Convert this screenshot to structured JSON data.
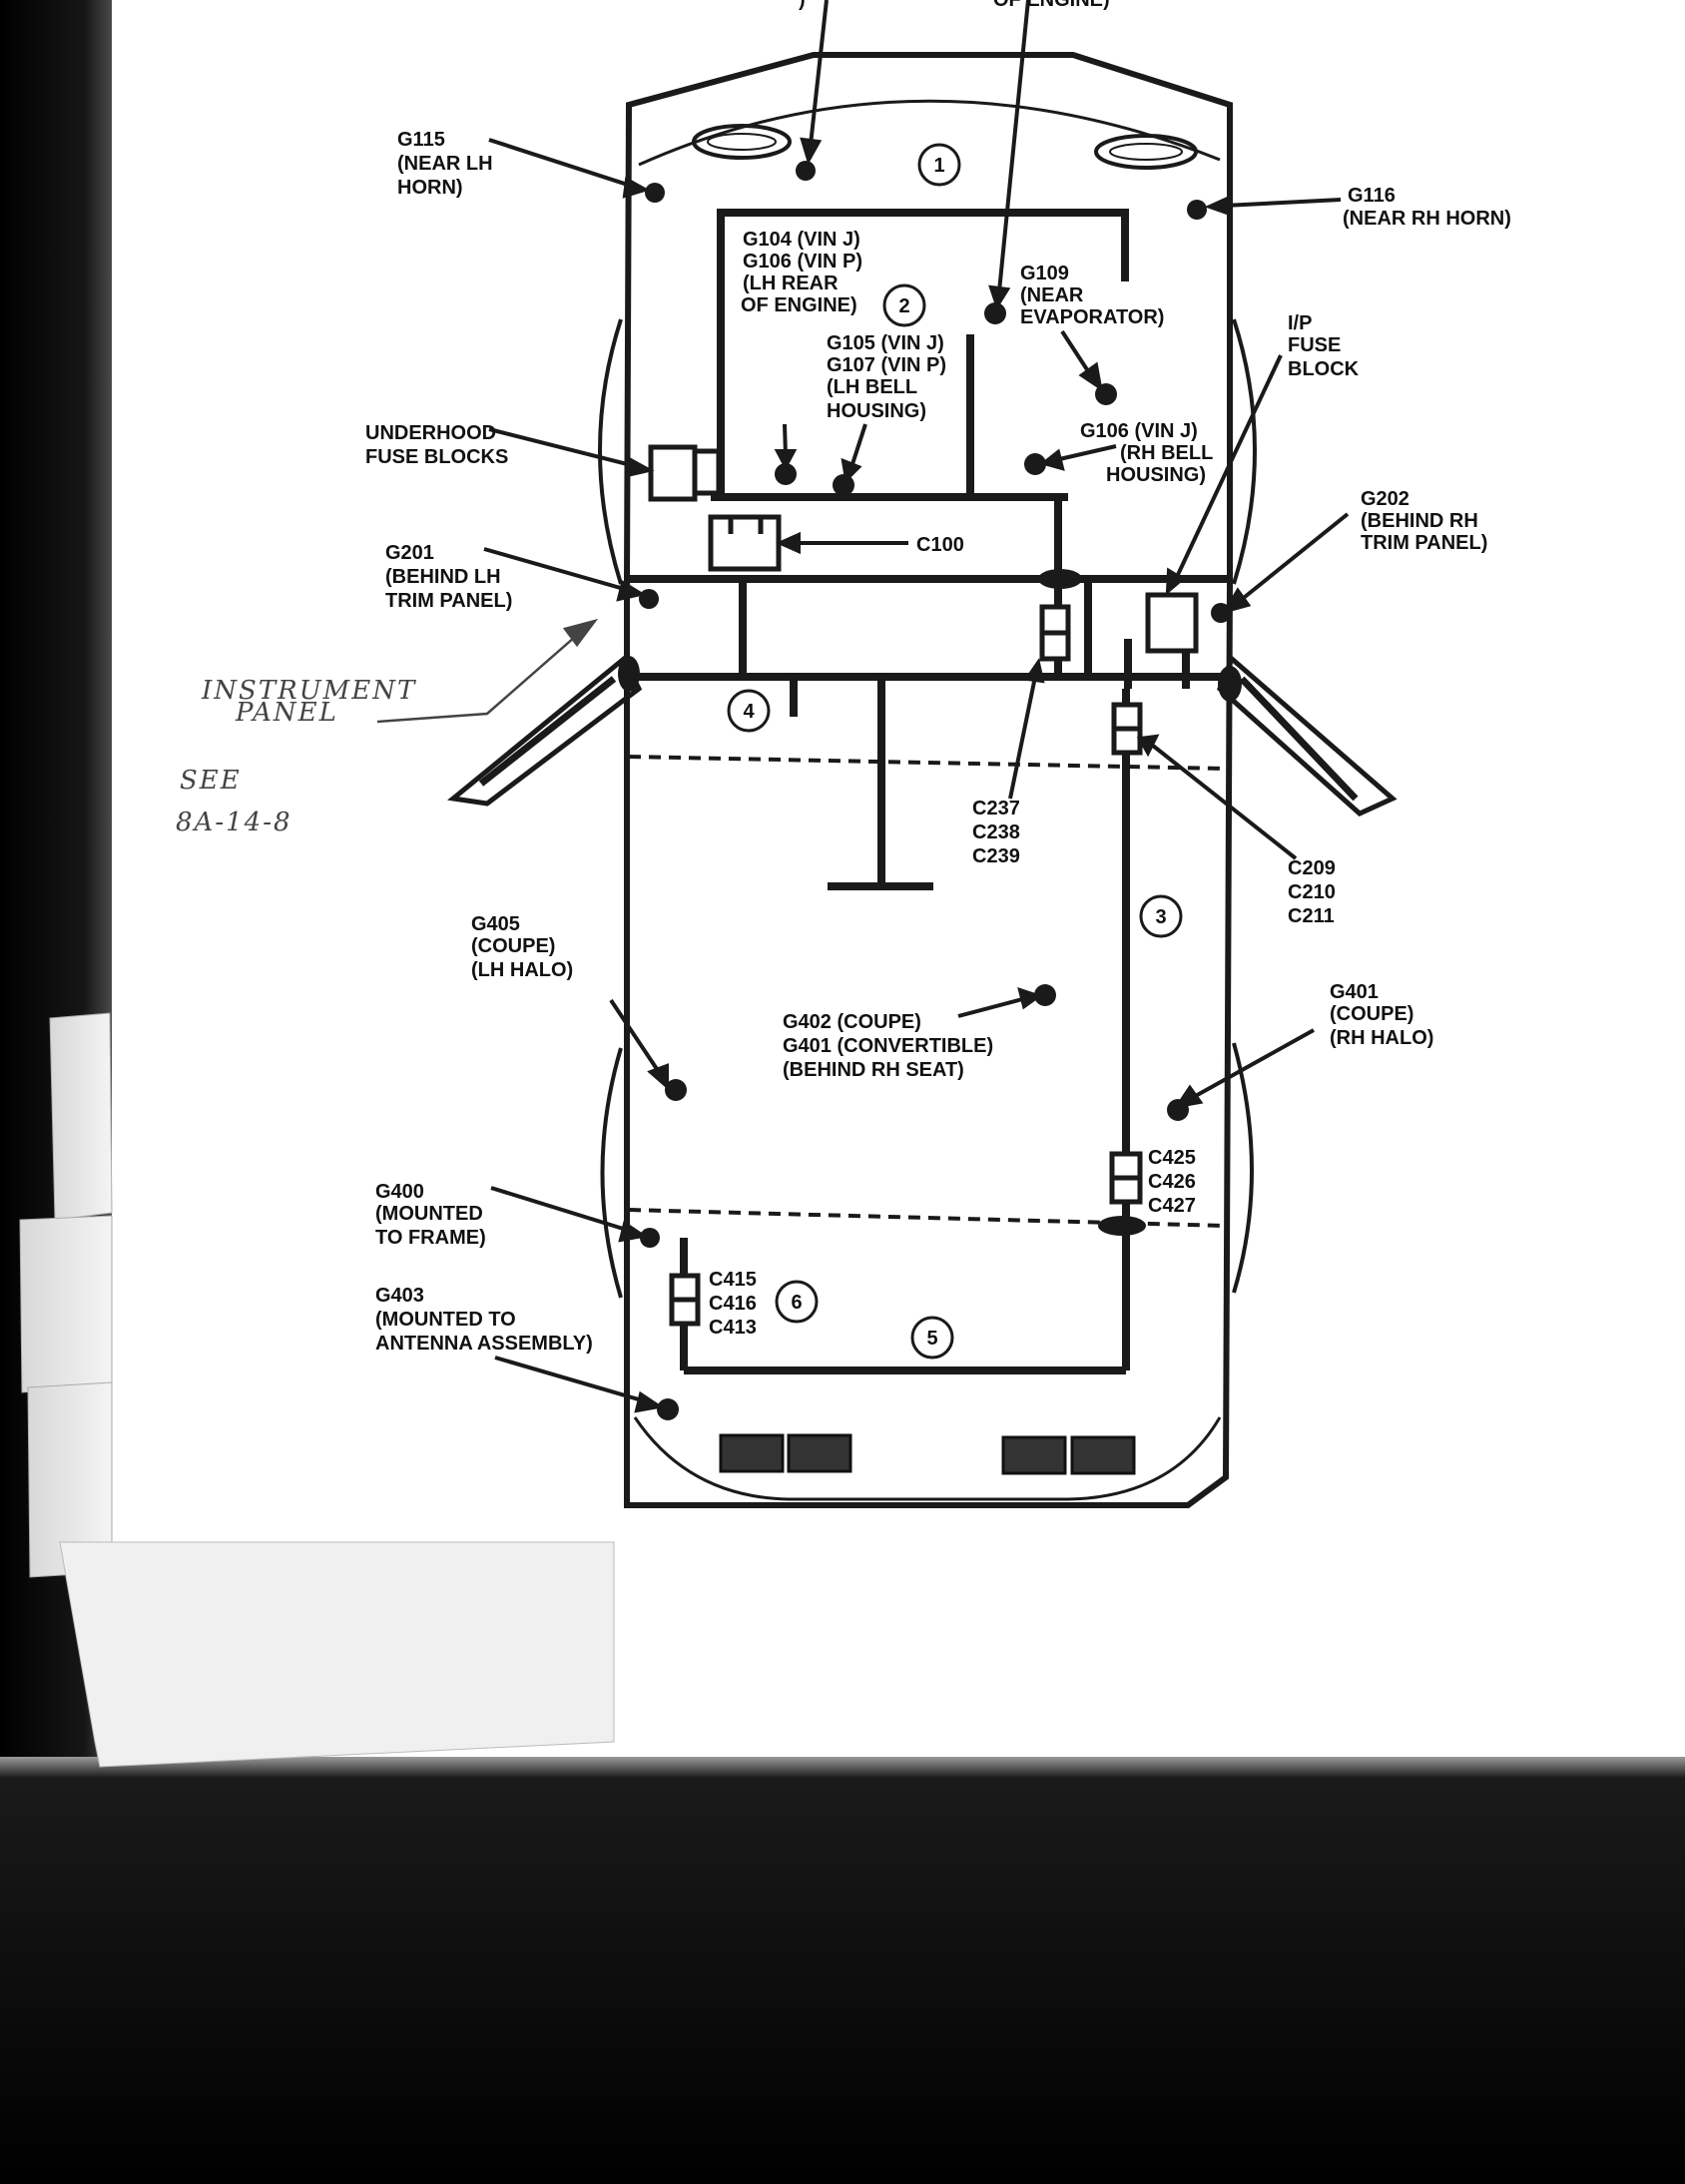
{
  "header_labels": {
    "top_left_fragment": ")",
    "top_right_fragment": "OF ENGINE)"
  },
  "circled_numbers": [
    "1",
    "2",
    "3",
    "4",
    "5",
    "6"
  ],
  "grounds": {
    "g115": [
      "G115",
      "(NEAR LH",
      "HORN)"
    ],
    "g116": [
      "G116",
      "(NEAR RH HORN)"
    ],
    "g104": [
      "G104  (VIN J)",
      "G106  (VIN P)",
      "(LH REAR",
      "OF ENGINE)"
    ],
    "g109": [
      "G109",
      "(NEAR",
      "EVAPORATOR)"
    ],
    "g105": [
      "G105  (VIN J)",
      "G107  (VIN P)",
      "(LH BELL",
      "HOUSING)"
    ],
    "g106rh": [
      "G106  (VIN J)",
      "(RH BELL",
      "HOUSING)"
    ],
    "g201": [
      "G201",
      "(BEHIND LH",
      "TRIM PANEL)"
    ],
    "g202": [
      "G202",
      "(BEHIND RH",
      "TRIM PANEL)"
    ],
    "g405": [
      "G405",
      "(COUPE)",
      "(LH HALO)"
    ],
    "g401": [
      "G401",
      "(COUPE)",
      "(RH HALO)"
    ],
    "g402": [
      "G402  (COUPE)",
      "G401  (CONVERTIBLE)",
      "(BEHIND RH SEAT)"
    ],
    "g400": [
      "G400",
      "(MOUNTED",
      "TO FRAME)"
    ],
    "g403": [
      "G403",
      "(MOUNTED TO",
      "ANTENNA ASSEMBLY)"
    ]
  },
  "components": {
    "underhood": [
      "UNDERHOOD",
      "FUSE BLOCKS"
    ],
    "ip_fuse": [
      "I/P",
      "FUSE",
      "BLOCK"
    ]
  },
  "connectors": {
    "c100": "C100",
    "c237_group": [
      "C237",
      "C238",
      "C239"
    ],
    "c209_group": [
      "C209",
      "C210",
      "C211"
    ],
    "c425_group": [
      "C425",
      "C426",
      "C427"
    ],
    "c415_group": [
      "C415",
      "C416",
      "C413"
    ]
  },
  "handwritten": {
    "note": [
      "INSTRUMENT",
      "PANEL"
    ],
    "see": [
      "SEE",
      "8A-14-8"
    ]
  },
  "colors": {
    "ink": "#1a1a1a",
    "paper": "#ffffff",
    "shadow": "#0c0c0c"
  }
}
